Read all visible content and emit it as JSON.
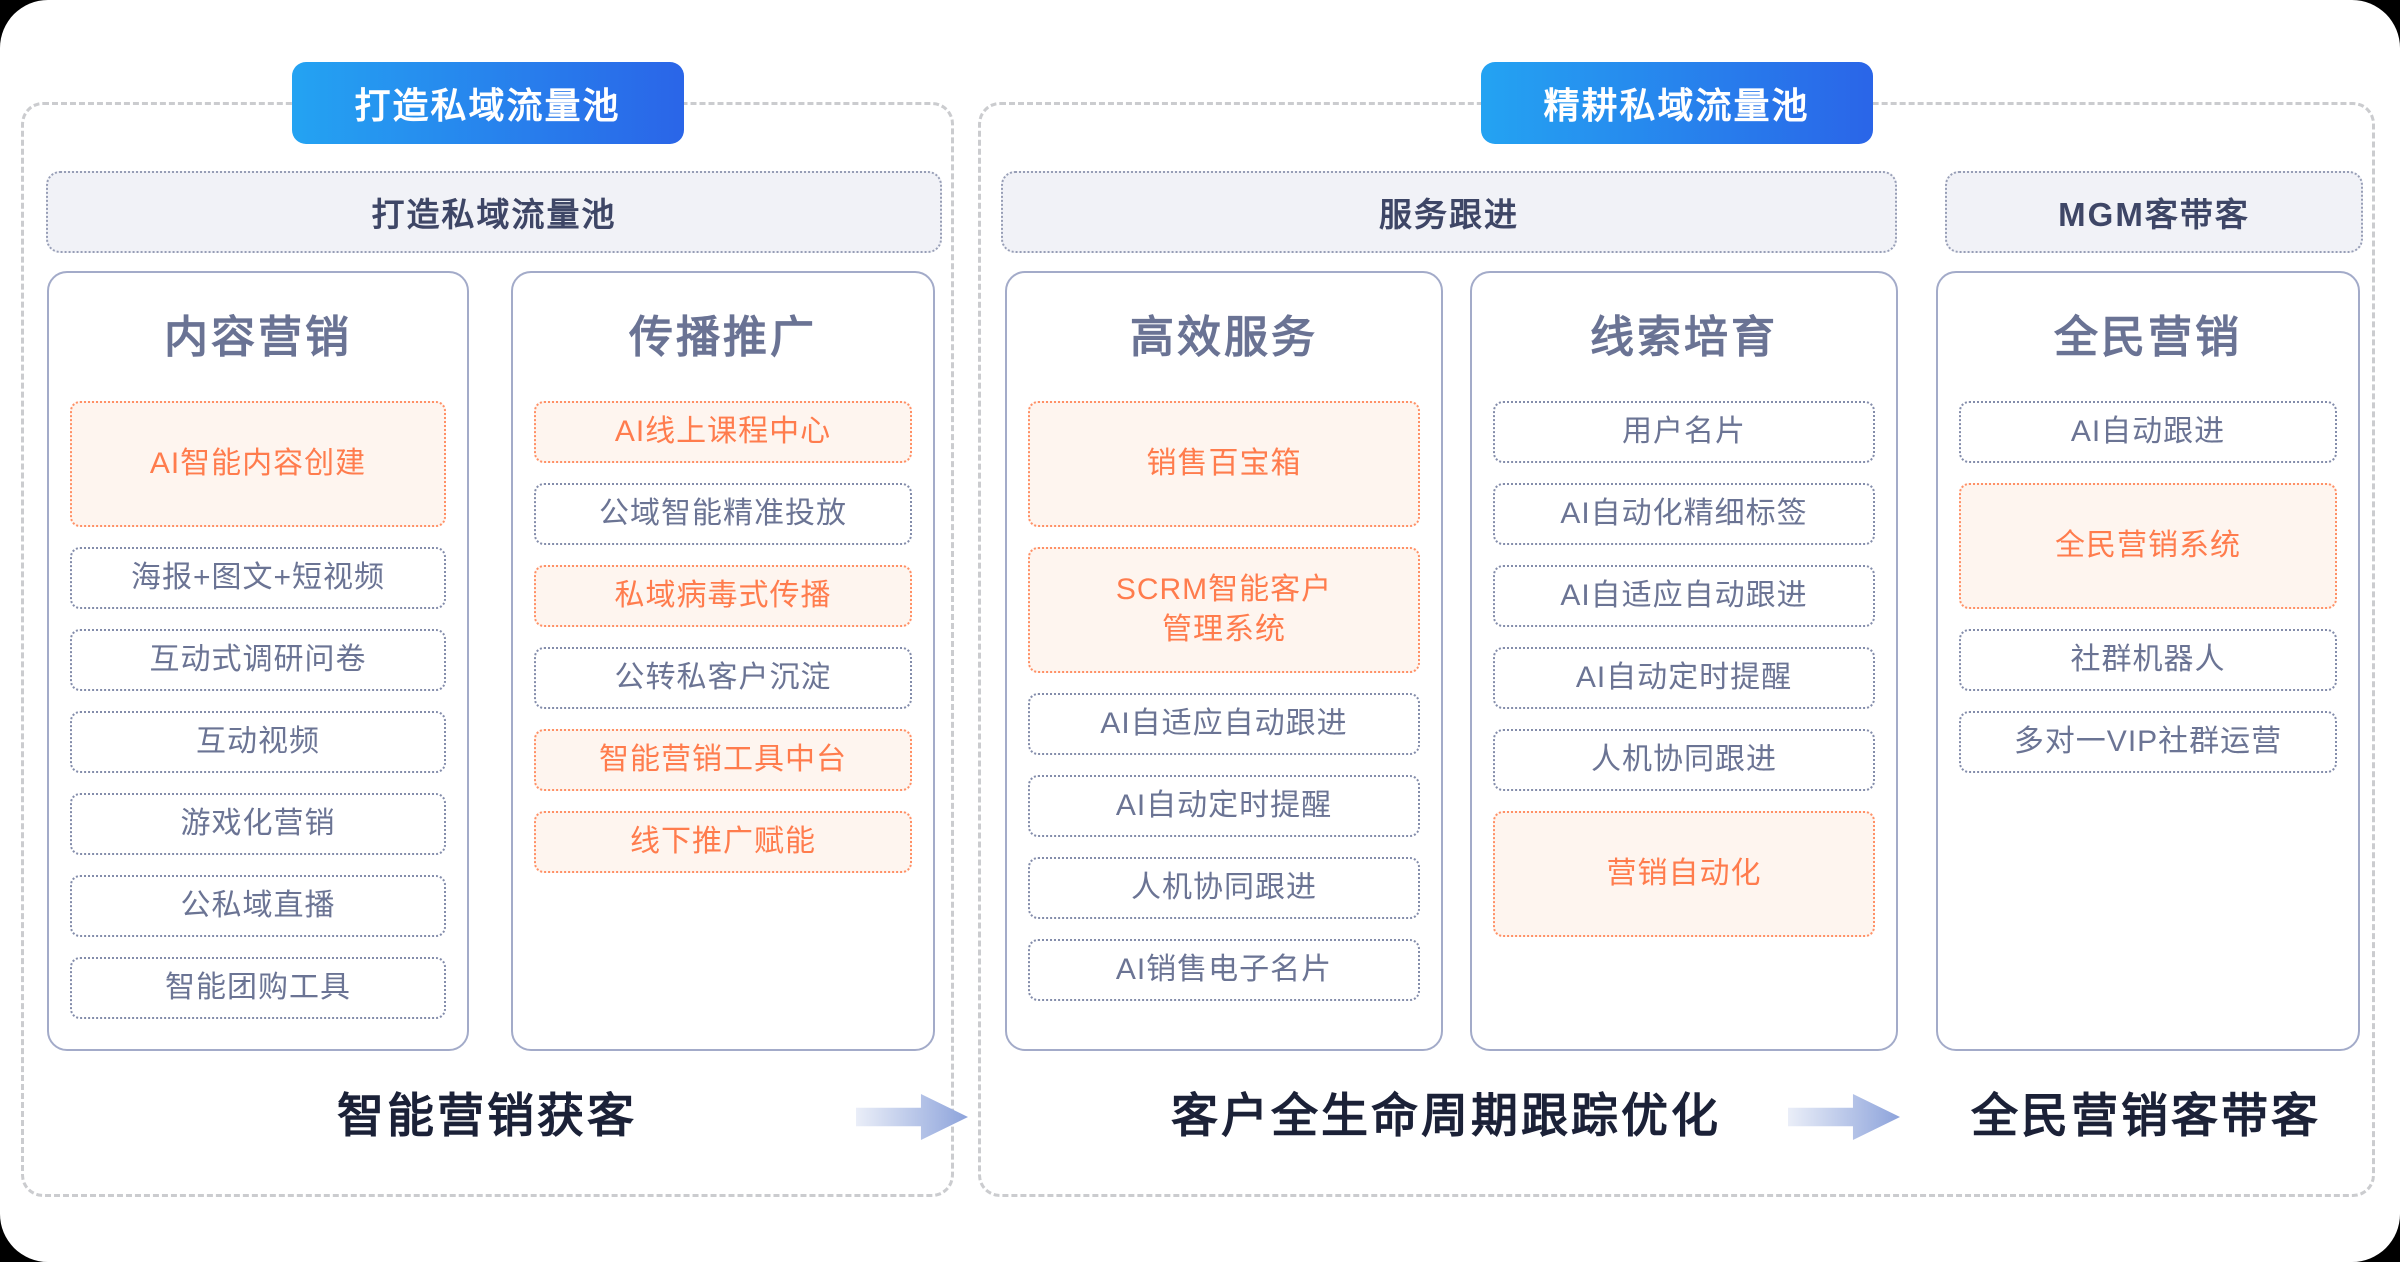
{
  "left_panel": {
    "badge": "打造私域流量池",
    "header": "打造私域流量池",
    "caption": "智能营销获客",
    "columns": [
      {
        "title": "内容营销",
        "items": [
          {
            "label": "AI智能内容创建",
            "highlight": true
          },
          {
            "label": "海报+图文+短视频",
            "highlight": false
          },
          {
            "label": "互动式调研问卷",
            "highlight": false
          },
          {
            "label": "互动视频",
            "highlight": false
          },
          {
            "label": "游戏化营销",
            "highlight": false
          },
          {
            "label": "公私域直播",
            "highlight": false
          },
          {
            "label": "智能团购工具",
            "highlight": false
          }
        ]
      },
      {
        "title": "传播推广",
        "items": [
          {
            "label": "AI线上课程中心",
            "highlight": true
          },
          {
            "label": "公域智能精准投放",
            "highlight": false
          },
          {
            "label": "私域病毒式传播",
            "highlight": true
          },
          {
            "label": "公转私客户沉淀",
            "highlight": false
          },
          {
            "label": "智能营销工具中台",
            "highlight": true
          },
          {
            "label": "线下推广赋能",
            "highlight": true
          }
        ]
      }
    ]
  },
  "right_panel": {
    "badge": "精耕私域流量池",
    "headers": [
      "服务跟进",
      "MGM客带客"
    ],
    "captions": [
      "客户全生命周期跟踪优化",
      "全民营销客带客"
    ],
    "columns": [
      {
        "title": "高效服务",
        "items": [
          {
            "label": "销售百宝箱",
            "highlight": true
          },
          {
            "label": "SCRM智能客户\n管理系统",
            "highlight": true
          },
          {
            "label": "AI自适应自动跟进",
            "highlight": false
          },
          {
            "label": "AI自动定时提醒",
            "highlight": false
          },
          {
            "label": "人机协同跟进",
            "highlight": false
          },
          {
            "label": "AI销售电子名片",
            "highlight": false
          }
        ]
      },
      {
        "title": "线索培育",
        "items": [
          {
            "label": "用户名片",
            "highlight": false
          },
          {
            "label": "AI自动化精细标签",
            "highlight": false
          },
          {
            "label": "AI自适应自动跟进",
            "highlight": false
          },
          {
            "label": "AI自动定时提醒",
            "highlight": false
          },
          {
            "label": "人机协同跟进",
            "highlight": false
          },
          {
            "label": "营销自动化",
            "highlight": true
          }
        ]
      },
      {
        "title": "全民营销",
        "items": [
          {
            "label": "AI自动跟进",
            "highlight": false
          },
          {
            "label": "全民营销系统",
            "highlight": true
          },
          {
            "label": "社群机器人",
            "highlight": false
          },
          {
            "label": "多对一VIP社群运营",
            "highlight": false
          }
        ]
      }
    ]
  },
  "colors": {
    "badge_gradient_start": "#24a3f2",
    "badge_gradient_end": "#2a65e8",
    "highlight_orange": "#ff7c4d",
    "highlight_bg": "#fef5ef",
    "slate_text": "#6b7494",
    "column_border": "#a3abc9",
    "header_bg": "#f1f2f7",
    "caption_text": "#1b2137"
  }
}
